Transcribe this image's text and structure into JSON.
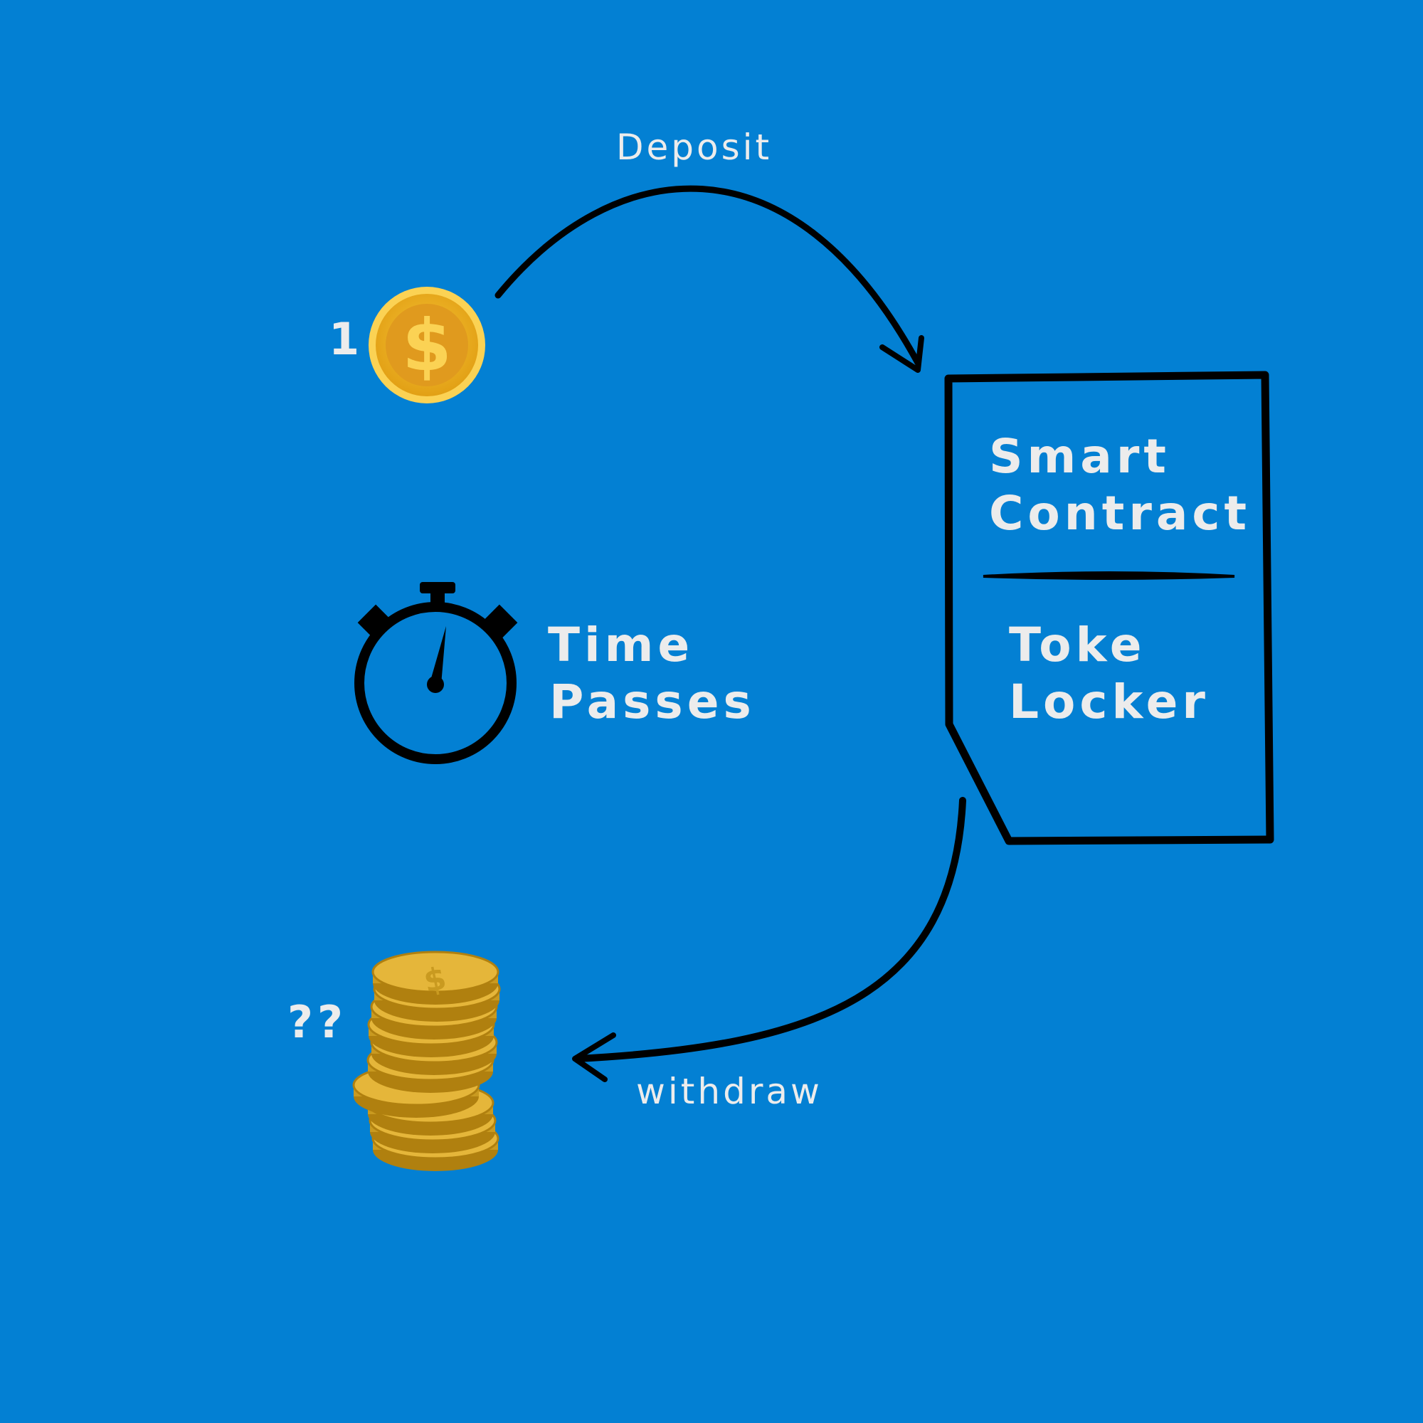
{
  "labels": {
    "deposit": "Deposit",
    "withdraw": "withdraw",
    "coin_count": "1",
    "stack_count": "??",
    "time_line1": "Time",
    "time_line2": "Passes",
    "contract_line1": "Smart",
    "contract_line2": "Contract",
    "locker_line1": "Toke",
    "locker_line2": "Locker"
  },
  "icons": {
    "coin": "dollar-coin-icon",
    "stopwatch": "stopwatch-icon",
    "coin_stack": "coin-stack-icon"
  },
  "colors": {
    "background": "#0380D3",
    "text": "#ECECEC",
    "ink": "#000000",
    "gold": "#F2B21B",
    "gold_dark": "#C98A0C"
  }
}
